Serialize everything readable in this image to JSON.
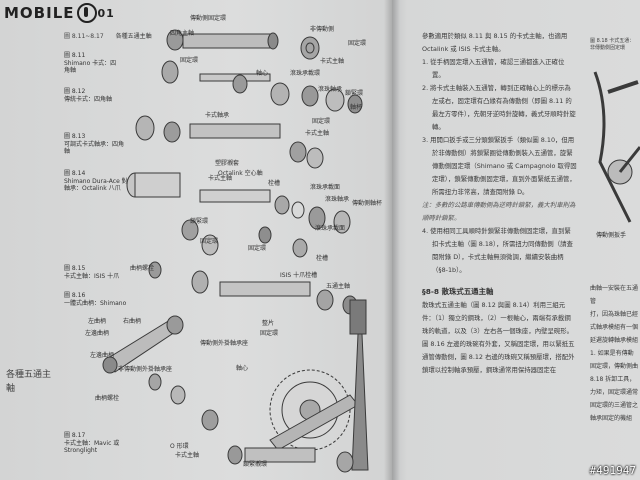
{
  "watermark": {
    "logo_text": "MOBILE",
    "logo_number": "01"
  },
  "left_page": {
    "figure_heading": {
      "number": "圖 8.11~8.17",
      "title": "各種五通主軸"
    },
    "figures": [
      {
        "number": "圖 8.11",
        "caption": "Shimano 卡式：四角軸"
      },
      {
        "number": "圖 8.12",
        "caption": "傳統卡式：四角軸"
      },
      {
        "number": "圖 8.13",
        "caption": "可調式卡式軸承：四角軸"
      },
      {
        "number": "圖 8.14",
        "caption": "Shimano Dura-Ace 對齊軸承：Octalink 八爪"
      },
      {
        "number": "圖 8.15",
        "caption": "卡式主軸：ISIS 十爪"
      },
      {
        "number": "圖 8.16",
        "caption": "一體式曲柄：Shimano"
      },
      {
        "number": "圖 8.17",
        "caption": "卡式主軸：Mavic 或 Stronglight"
      }
    ],
    "labels": [
      "傳動側固定環",
      "非傳動側",
      "固定環",
      "四角主軸",
      "卡式主軸",
      "固定環",
      "軸心",
      "滾珠承載環",
      "滾珠軸承",
      "鎖緊環",
      "軸杯",
      "卡式軸承",
      "固定環",
      "卡式主軸",
      "塑膠襯套",
      "卡式主軸",
      "Octalink 空心軸",
      "栓槽",
      "滾珠承載面",
      "滾珠軸承",
      "傳動側軸杯",
      "鎖緊環",
      "固定環",
      "滾珠承載面",
      "栓槽",
      "曲柄螺栓",
      "固定環",
      "ISIS 十爪栓槽",
      "左曲柄",
      "右曲柄",
      "五通主軸",
      "整片",
      "固定環",
      "左邊曲柄",
      "傳動側外掛軸承座",
      "左邊曲柄",
      "非傳動側外掛軸承座",
      "軸心",
      "O 形環",
      "曲柄螺栓",
      "卡式主軸",
      "鎖緊襯環"
    ],
    "side_caption": "各種五通主軸"
  },
  "right_page": {
    "paragraphs": [
      "參數適用於類似 8.11 與 8.15 的卡式主軸，也適用 Octalink 或 ISIS 卡式主軸。",
      "1. 從手柄固定環入五通管，確認三通都進入正確位置。",
      "2. 將卡式主軸裝入五通管，轉到正確軸心上的標示為左或右，固定環有凸緣有為傳動側（即圖 8.11 的最左方零件），先朝牙逆時針旋轉，義式牙順時針旋轉。",
      "3. 用開口扳手或三分頭鎖緊扳手（類似圖 8.10，但用於非傳動側）將鎖緊圈從傳動側裝入五通管，旋緊傳動側固定環（Shimano 或 Campagnolo 取得固定環），鎖緊傳動側固定環，直到外面緊紙五通管，所需扭力非常高，請查閱附錄 D。"
    ],
    "note": "注：多數的公路車傳動側為逆時針鎖緊，義大利車則為順時針鎖緊。",
    "step4": "4. 使用相同工具順時針鎖緊非傳動側固定環，直到緊扣卡式主軸（圖 8.18），所需扭力同傳動側（請查閱附錄 D），卡式主軸無須微調，繼續安裝曲柄（§8-1b）。",
    "section_title": "§8-8 散珠式五通主軸",
    "section_body": "散珠式五通主軸（圖 8.12 與圖 8.14）利用三組元件：（1）獨立的鋼珠，（2）一根軸心，兩端有承載鋼珠的軌道，以及（3）左右各一個珠座，內壁呈碗形。圖 8.16 左邊的珠碗有外套，又稱固定環，用以緊抵五通管傳動側，圖 8.12 右邊的珠碗又稱預壓環，搭配外鎖環以控制軸承預壓，鋼珠通常用保持器固定在",
    "col2_figure": "圖 8.18 卡式五通：非傳動側固定環",
    "col2_label": "傳動側扳手",
    "col2_lines": [
      "曲軸一安裝在五通管",
      "打，因為珠軸已經",
      "式軸承模組有一個",
      "延遲旋轉軸承模組",
      "1. 如果是有傳動",
      "固定環，傳動側曲",
      "8.18 拆卸工具，",
      "力矩，固定環通常",
      "固定環的三通管之",
      "軸承固定的機組"
    ]
  },
  "badge": "#491947"
}
